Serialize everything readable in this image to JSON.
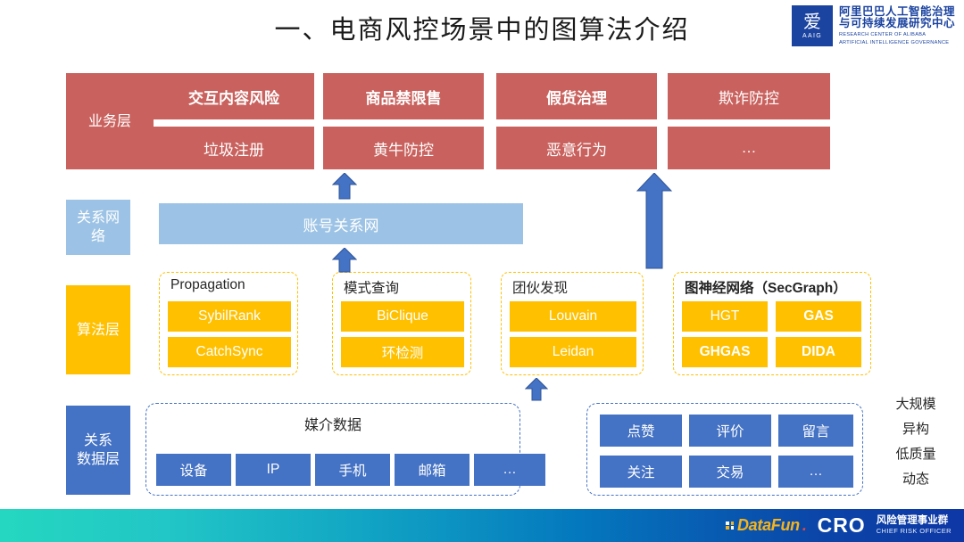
{
  "header": {
    "title": "一、电商风控场景中的图算法介绍",
    "logo": {
      "glyph": "爱",
      "abbr": "AAIG",
      "cn_line1": "阿里巴巴人工智能治理",
      "cn_line2": "与可持续发展研究中心",
      "en_line1": "RESEARCH CENTER OF ALIBABA",
      "en_line2": "ARTIFICIAL INTELLIGENCE GOVERNANCE"
    }
  },
  "layers": {
    "business": {
      "label": "业务层",
      "color": "#C9625E"
    },
    "network": {
      "label": "关系网\n络",
      "label_line1": "关系网",
      "label_line2": "络",
      "color": "#9CC3E5"
    },
    "algorithm": {
      "label": "算法层",
      "color": "#FFC000"
    },
    "data": {
      "label_line1": "关系",
      "label_line2": "数据层",
      "color": "#4472C4"
    }
  },
  "business": {
    "row1": [
      {
        "text": "交互内容风险",
        "bold": true
      },
      {
        "text": "商品禁限售",
        "bold": true
      },
      {
        "text": "假货治理",
        "bold": true
      },
      {
        "text": "欺诈防控",
        "bold": false
      }
    ],
    "row2": [
      {
        "text": "垃圾注册",
        "bold": false
      },
      {
        "text": "黄牛防控",
        "bold": false
      },
      {
        "text": "恶意行为",
        "bold": false
      },
      {
        "text": "…",
        "bold": false
      }
    ]
  },
  "network": {
    "bar_label": "账号关系网"
  },
  "algorithm_groups": [
    {
      "title": "Propagation",
      "title_bold": false,
      "chips": [
        {
          "text": "SybilRank",
          "bold": false
        },
        {
          "text": "CatchSync",
          "bold": false
        }
      ]
    },
    {
      "title": "模式查询",
      "title_bold": false,
      "chips": [
        {
          "text": "BiClique",
          "bold": false
        },
        {
          "text": "环检测",
          "bold": false
        }
      ]
    },
    {
      "title": "团伙发现",
      "title_bold": false,
      "chips": [
        {
          "text": "Louvain",
          "bold": false
        },
        {
          "text": "Leidan",
          "bold": false
        }
      ]
    },
    {
      "title": "图神经网络（SecGraph）",
      "title_bold": true,
      "chips": [
        {
          "text": "HGT",
          "bold": false
        },
        {
          "text": "GAS",
          "bold": true
        },
        {
          "text": "GHGAS",
          "bold": true
        },
        {
          "text": "DIDA",
          "bold": true
        }
      ]
    }
  ],
  "data_groups": {
    "media": {
      "title": "媒介数据",
      "chips": [
        "设备",
        "IP",
        "手机",
        "邮箱",
        "…"
      ]
    },
    "behavior": {
      "chips_row1": [
        "点赞",
        "评价",
        "留言"
      ],
      "chips_row2": [
        "关注",
        "交易",
        "…"
      ]
    }
  },
  "side_notes": [
    "大规模",
    "异构",
    "低质量",
    "动态"
  ],
  "footer": {
    "datafun": "DataFun",
    "datafun_dot": ".",
    "cro": "CRO",
    "cro_cn": "风险管理事业群",
    "cro_en": "CHIEF RISK OFFICER"
  }
}
